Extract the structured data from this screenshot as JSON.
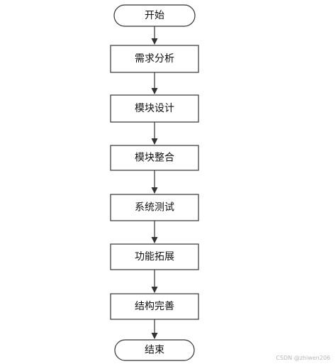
{
  "flowchart": {
    "start": {
      "label": "开始"
    },
    "steps": [
      {
        "label": "需求分析"
      },
      {
        "label": "模块设计"
      },
      {
        "label": "模块整合"
      },
      {
        "label": "系统测试"
      },
      {
        "label": "功能拓展"
      },
      {
        "label": "结构完善"
      }
    ],
    "end": {
      "label": "结束"
    }
  },
  "watermark": "CSDN @zhiwen206",
  "colors": {
    "stroke": "#333333",
    "fill": "#ffffff",
    "text": "#111111"
  }
}
